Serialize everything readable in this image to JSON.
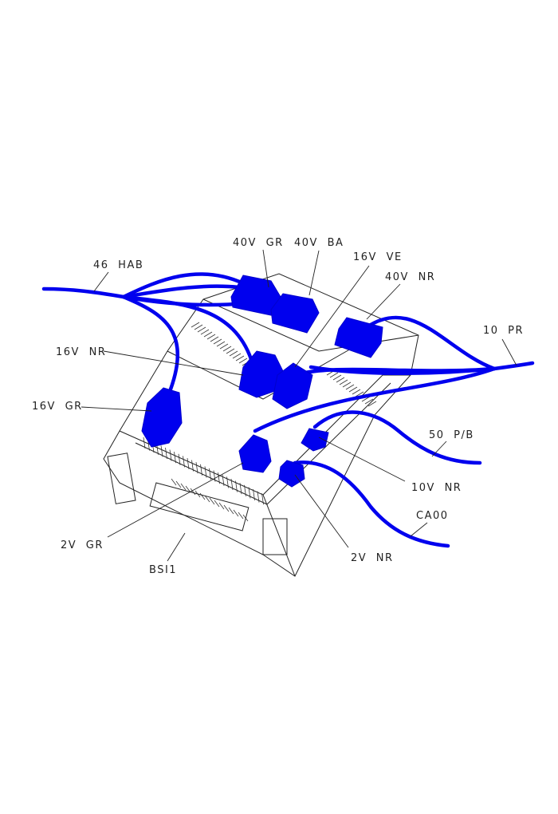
{
  "diagram": {
    "unit_label": "BSI1",
    "colors": {
      "wire": "#0000ee",
      "line": "#222222"
    },
    "connectors": [
      {
        "id": "40v-gr",
        "label": "40V GR"
      },
      {
        "id": "40v-ba",
        "label": "40V BA"
      },
      {
        "id": "16v-ve",
        "label": "16V VE"
      },
      {
        "id": "40v-nr",
        "label": "40V NR"
      },
      {
        "id": "16v-nr",
        "label": "16V NR"
      },
      {
        "id": "16v-gr",
        "label": "16V GR"
      },
      {
        "id": "10v-nr",
        "label": "10V NR"
      },
      {
        "id": "2v-gr",
        "label": "2V GR"
      },
      {
        "id": "2v-nr",
        "label": "2V NR"
      }
    ],
    "harnesses": [
      {
        "id": "46-hab",
        "label": "46 HAB"
      },
      {
        "id": "10-pr",
        "label": "10 PR"
      },
      {
        "id": "50-pb",
        "label": "50 P/B"
      },
      {
        "id": "ca00",
        "label": "CA00"
      }
    ]
  }
}
